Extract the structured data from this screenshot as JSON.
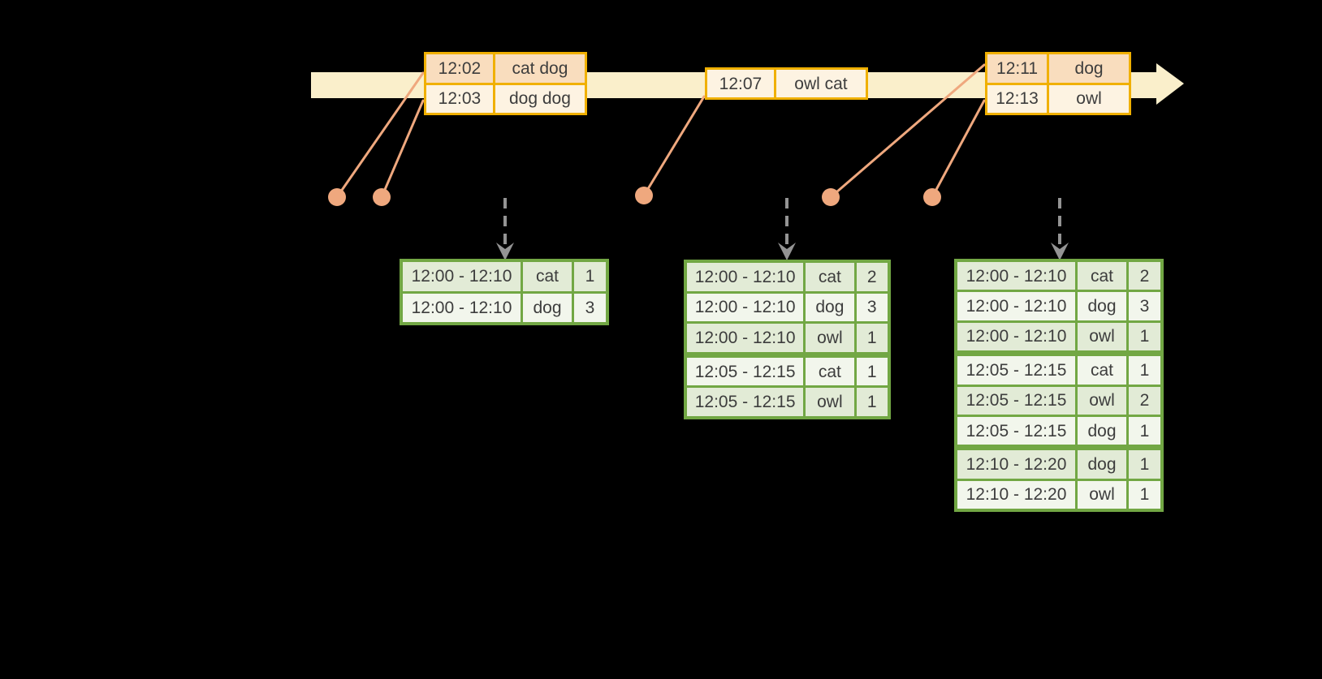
{
  "colors": {
    "background": "#000000",
    "timeline_band": "#faefcb",
    "event_border": "#f0b000",
    "event_row_dark": "#f9ddbe",
    "event_row_light": "#fdf3e2",
    "connector": "#efa87e",
    "trigger_arrow": "#949494",
    "result_border": "#72a744",
    "result_row_dark": "#e2ebd6",
    "result_row_light": "#f2f6ec",
    "text": "#3d3d3d"
  },
  "timeline": {
    "event_tables": [
      {
        "rows": [
          {
            "time": "12:02",
            "words": "cat dog",
            "shade": "dark"
          },
          {
            "time": "12:03",
            "words": "dog dog",
            "shade": "light"
          }
        ]
      },
      {
        "rows": [
          {
            "time": "12:07",
            "words": "owl cat",
            "shade": "light"
          }
        ]
      },
      {
        "rows": [
          {
            "time": "12:11",
            "words": "dog",
            "shade": "dark"
          },
          {
            "time": "12:13",
            "words": "owl",
            "shade": "light"
          }
        ]
      }
    ]
  },
  "result_tables": [
    {
      "rows": [
        {
          "window": "12:00 - 12:10",
          "word": "cat",
          "count": "1",
          "shade": "dark"
        },
        {
          "window": "12:00 - 12:10",
          "word": "dog",
          "count": "3",
          "shade": "light"
        }
      ]
    },
    {
      "rows": [
        {
          "window": "12:00 - 12:10",
          "word": "cat",
          "count": "2",
          "shade": "dark"
        },
        {
          "window": "12:00 - 12:10",
          "word": "dog",
          "count": "3",
          "shade": "light"
        },
        {
          "window": "12:00 - 12:10",
          "word": "owl",
          "count": "1",
          "shade": "dark"
        },
        {
          "window": "12:05 - 12:15",
          "word": "cat",
          "count": "1",
          "shade": "light",
          "group_start": true
        },
        {
          "window": "12:05 - 12:15",
          "word": "owl",
          "count": "1",
          "shade": "dark"
        }
      ]
    },
    {
      "rows": [
        {
          "window": "12:00 - 12:10",
          "word": "cat",
          "count": "2",
          "shade": "dark"
        },
        {
          "window": "12:00 - 12:10",
          "word": "dog",
          "count": "3",
          "shade": "light"
        },
        {
          "window": "12:00 - 12:10",
          "word": "owl",
          "count": "1",
          "shade": "dark"
        },
        {
          "window": "12:05 - 12:15",
          "word": "cat",
          "count": "1",
          "shade": "light",
          "group_start": true
        },
        {
          "window": "12:05 - 12:15",
          "word": "owl",
          "count": "2",
          "shade": "dark"
        },
        {
          "window": "12:05 - 12:15",
          "word": "dog",
          "count": "1",
          "shade": "light"
        },
        {
          "window": "12:10 - 12:20",
          "word": "dog",
          "count": "1",
          "shade": "dark",
          "group_start": true
        },
        {
          "window": "12:10 - 12:20",
          "word": "owl",
          "count": "1",
          "shade": "light"
        }
      ]
    }
  ]
}
